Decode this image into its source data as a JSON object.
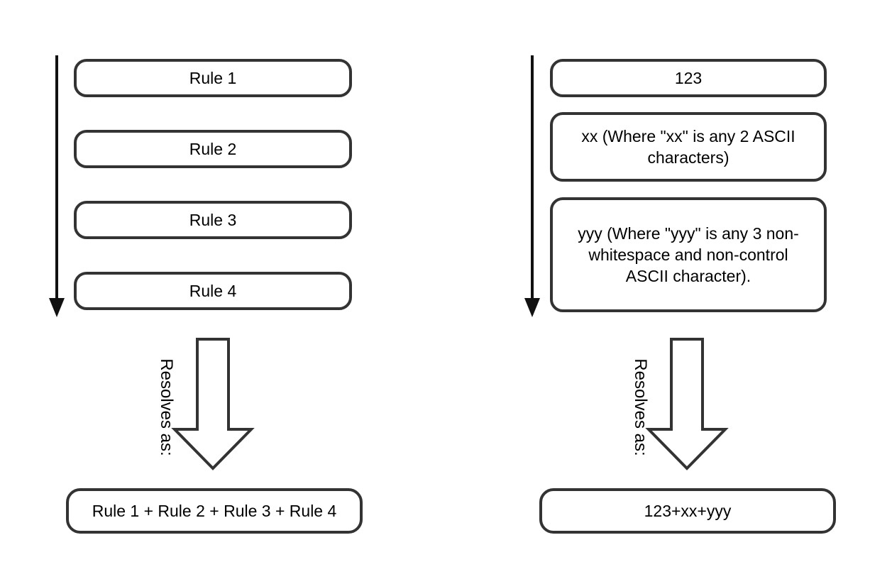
{
  "diagram": {
    "left_column": {
      "items": [
        "Rule 1",
        "Rule 2",
        "Rule 3",
        "Rule 4"
      ],
      "resolves_label": "Resolves as:",
      "result": "Rule 1 + Rule 2 + Rule 3 + Rule 4"
    },
    "right_column": {
      "items": [
        "123",
        "xx (Where \"xx\" is any 2 ASCII characters)",
        "yyy (Where \"yyy\" is any 3 non-whitespace and non-control ASCII character)."
      ],
      "resolves_label": "Resolves as:",
      "result": "123+xx+yyy"
    },
    "colors": {
      "box_border": "#333333",
      "sequence_arrow": "#111111",
      "text": "#000000",
      "background": "#ffffff"
    }
  }
}
